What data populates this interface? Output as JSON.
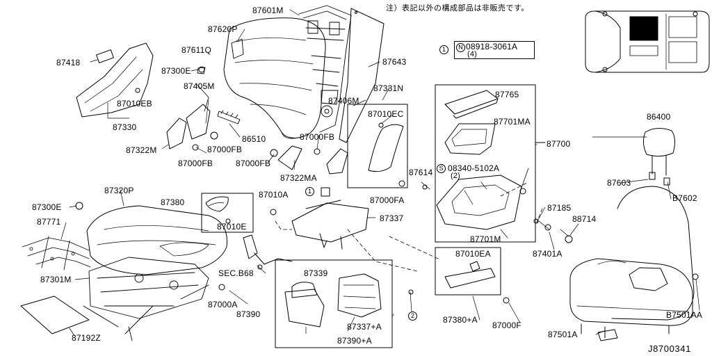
{
  "note": "注）表記以外の構成部品は非販売です。",
  "drawing_number": "J8700341",
  "fastener_n": {
    "marker": "N",
    "part": "08918-3061A",
    "qty": "(4)",
    "ref_marker": "1"
  },
  "fastener_s": {
    "marker": "S",
    "part": "08340-5102A",
    "qty": "(2)"
  },
  "ref_markers": {
    "one": "1",
    "two": "2"
  },
  "labels": {
    "p87601M": "87601M",
    "p87620P": "87620P",
    "p87611Q": "87611Q",
    "p87418": "87418",
    "p87300E_top": "87300E",
    "p87405M": "87405M",
    "p87010EB": "87010EB",
    "p87330": "87330",
    "p87322M": "87322M",
    "p87000FB_a": "87000FB",
    "p87000FB_b": "87000FB",
    "p87000FB_c": "87000FB",
    "p87000FB_d": "87000FB",
    "p86510": "86510",
    "p87322MA": "87322MA",
    "p87643": "87643",
    "p87331N": "87331N",
    "p87406M": "87406M",
    "p87010EC": "87010EC",
    "p87000FA": "87000FA",
    "p87614": "87614",
    "p87765": "87765",
    "p87701MA": "87701MA",
    "p87700": "87700",
    "p87701M": "87701M",
    "p86400": "86400",
    "p87603": "87603",
    "p87602": "B7602",
    "p87185": "87185",
    "p88714": "88714",
    "p87401A": "87401A",
    "p87501AA": "B7501AA",
    "p87501A": "87501A",
    "p87320P": "87320P",
    "p87300E_left": "87300E",
    "p87771": "87771",
    "p87301M": "87301M",
    "p87192Z": "87192Z",
    "p87380": "87380",
    "p87010E": "87010E",
    "p87010A": "87010A",
    "p87337": "87337",
    "pSEC868": "SEC.B68",
    "p87000A": "87000A",
    "p87339": "87339",
    "p87390": "87390",
    "p87337A": "87337+A",
    "p87390A": "87390+A",
    "p87010EA": "87010EA",
    "p87380A": "87380+A",
    "p87000F": "87000F"
  }
}
